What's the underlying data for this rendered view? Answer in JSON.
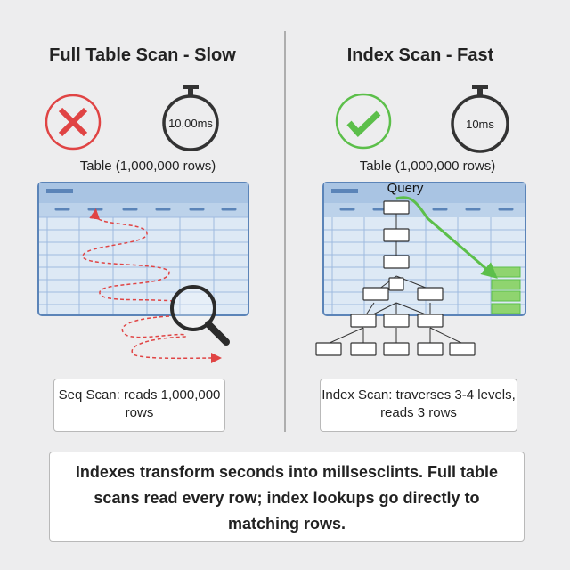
{
  "left": {
    "title": "Full Table Scan - Slow",
    "status_icon": "x-icon",
    "status_color": "#e04444",
    "timer": "10,00ms",
    "table_label": "Table (1,000,000 rows)",
    "note": "Seq Scan: reads 1,000,000 rows"
  },
  "right": {
    "title": "Index Scan - Fast",
    "status_icon": "check-icon",
    "status_color": "#5cbf4a",
    "timer": "10ms",
    "table_label": "Table (1,000,000 rows)",
    "query_label": "Query",
    "note": "Index Scan: traverses 3-4 levels, reads 3 rows"
  },
  "summary": "Indexes transform seconds into millsesclints. Full table scans read every row; index lookups go directly to matching rows."
}
